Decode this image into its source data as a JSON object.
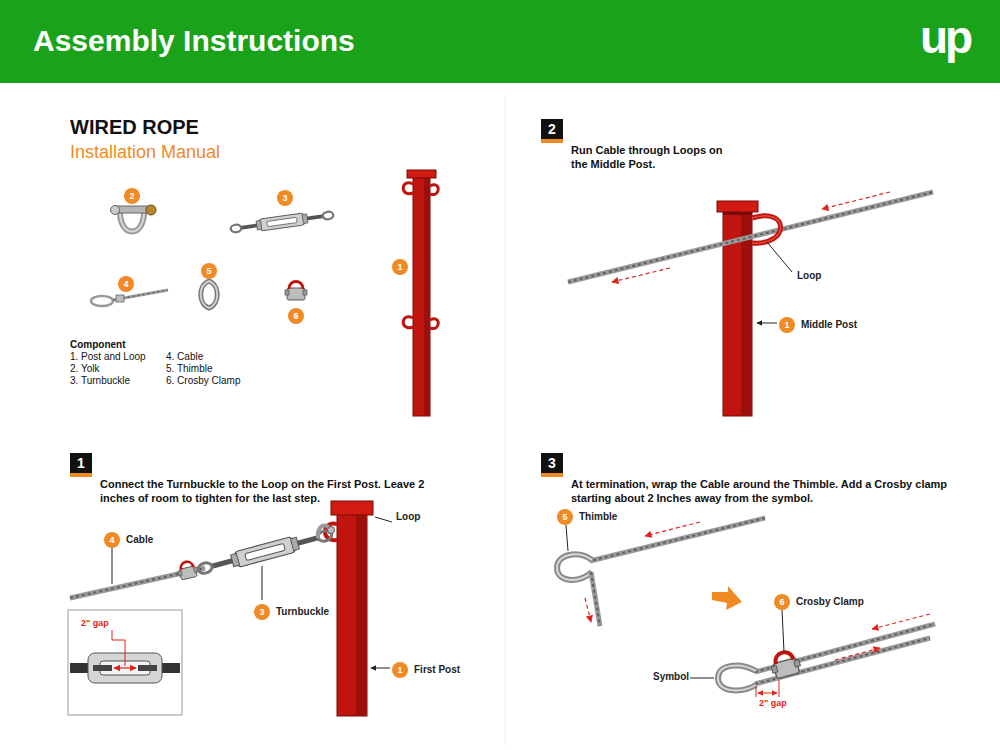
{
  "diagram": {
    "title": "Assembly Instructions",
    "nodes": [
      {
        "text": [
          "2"
        ]
      },
      {
        "text": [
          "3"
        ]
      },
      {
        "text": [
          "4"
        ]
      },
      {
        "text": [
          "5"
        ]
      },
      {
        "text": [
          "6"
        ]
      },
      {
        "text": [
          "1"
        ]
      },
      {
        "text": [
          "1",
          "Connect the Turnbuckle to the Loop on the First Post. Leave 2 inches of room to tighten for the last step."
        ]
      },
      {
        "text": [
          "4",
          "Cable"
        ]
      },
      {
        "text": [
          "3",
          "Turnbuckle"
        ]
      },
      {
        "text": [
          "1",
          "First Post"
        ]
      },
      {
        "text": [
          "2",
          "Run Cable through Loops on the Middle Post."
        ]
      },
      {
        "text": [
          "1",
          "Middle Post"
        ]
      },
      {
        "text": [
          "3",
          "At termination, wrap the Cable around the Thimble. Add a Crosby clamp starting about 2 Inches away from the symbol."
        ]
      },
      {
        "text": [
          "5",
          "Thimble"
        ]
      },
      {
        "text": [
          "6",
          "Crosby Clamp"
        ]
      }
    ],
    "labels": [
      "WIRED ROPE",
      "Installation Manual",
      "Component",
      "1. Post and Loop",
      "2. Yolk",
      "3. Turnbuckle",
      "4. Cable",
      "5. Thimble",
      "6. Crosby Clamp",
      "Loop",
      "2\" gap",
      "Loop",
      "Symbol",
      "2\" gap",
      "up"
    ]
  }
}
